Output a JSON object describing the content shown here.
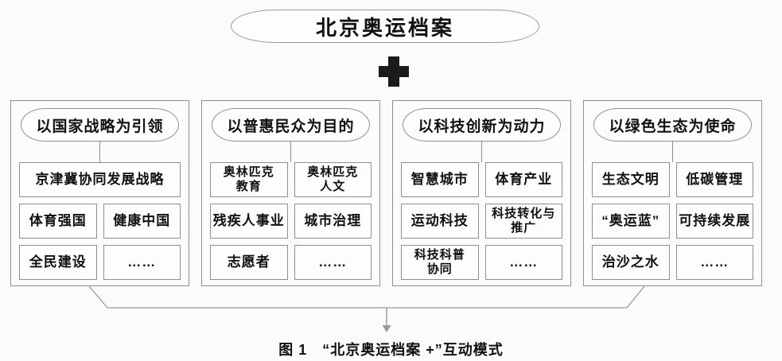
{
  "title": "北京奥运档案",
  "icons": {
    "plus_icon": "+",
    "down_arrow_icon": "↓"
  },
  "colors": {
    "line_gray": "#8f8f8f",
    "text_black": "#1a1a1a",
    "plus_black": "#1b1b1b",
    "background": "#fbfbf9"
  },
  "columns": [
    {
      "header": "以国家战略为引领",
      "rows": [
        [
          "京津冀协同发展战略"
        ],
        [
          "体育强国",
          "健康中国"
        ],
        [
          "全民建设",
          "……"
        ]
      ]
    },
    {
      "header": "以普惠民众为目的",
      "rows": [
        [
          "奥林匹克\n教育",
          "奥林匹克\n人文"
        ],
        [
          "残疾人事业",
          "城市治理"
        ],
        [
          "志愿者",
          "……"
        ]
      ]
    },
    {
      "header": "以科技创新为动力",
      "rows": [
        [
          "智慧城市",
          "体育产业"
        ],
        [
          "运动科技",
          "科技转化与\n推广"
        ],
        [
          "科技科普\n协同",
          "……"
        ]
      ]
    },
    {
      "header": "以绿色生态为使命",
      "rows": [
        [
          "生态文明",
          "低碳管理"
        ],
        [
          "“奥运蓝”",
          "可持续发展"
        ],
        [
          "治沙之水",
          "……"
        ]
      ]
    }
  ],
  "caption": "图 1　“北京奥运档案 +”互动模式"
}
